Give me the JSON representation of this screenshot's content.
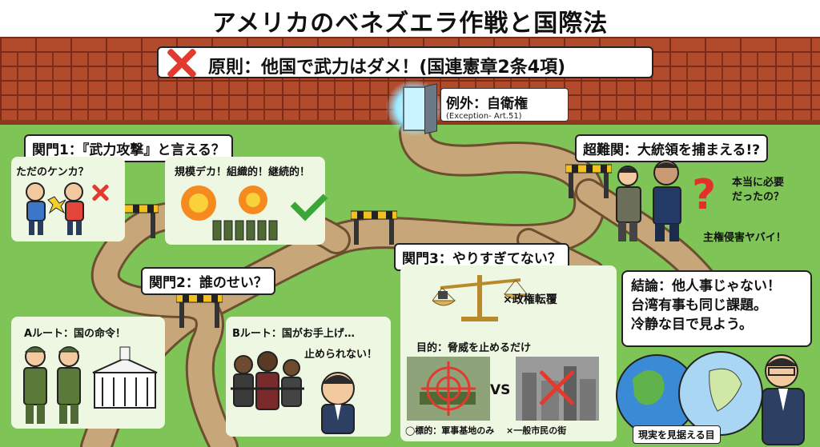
{
  "title": "アメリカのベネズエラ作戦と国際法",
  "principle": "原則：他国で武力はダメ！(国連憲章2条4項)",
  "exception": {
    "label": "例外：自衛権",
    "note": "(Exception- Art.51)"
  },
  "gate1": {
    "heading": "関門1：『武力攻撃』と言える？",
    "left_label": "ただのケンカ？",
    "right_label": "規模デカ！組織的！継続的！"
  },
  "gate2": {
    "heading": "関門2：誰のせい？",
    "route_a": "Aルート：国の命令！",
    "route_b": "Bルート：国がお手上げ…",
    "speech": "止められない！"
  },
  "gate3": {
    "heading": "関門3：やりすぎてない？",
    "scale_label": "×政権転覆",
    "purpose": "目的：脅威を止めるだけ",
    "vs": "VS",
    "target_caption": "◯標的：軍事基地のみ",
    "civilian_caption": "×一般市民の街"
  },
  "hardest": {
    "heading": "超難関：大統領を捕まえる!?",
    "question": "本当に必要だったの？",
    "question_line1": "本当に必要",
    "question_line2": "だったの？",
    "warning": "主権侵害ヤバイ！"
  },
  "conclusion": {
    "line1": "結論：他人事じゃない！",
    "line2": "台湾有事も同じ課題。",
    "line3": "冷静な目で見よう。"
  },
  "globe_caption": "現実を見据える目",
  "colors": {
    "grass": "#7fc456",
    "brick": "#b24a2c",
    "road": "#c7a77a",
    "alert_red": "#e23a2e",
    "ok_green": "#3aa538"
  }
}
